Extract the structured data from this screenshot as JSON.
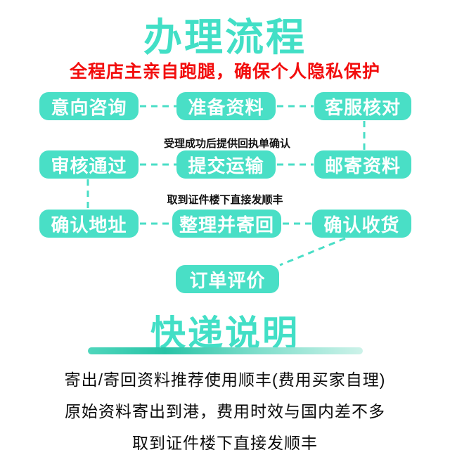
{
  "header": {
    "title": "办理流程",
    "subtitle": "全程店主亲自跑腿，确保个人隐私保护"
  },
  "flow": {
    "boxes": [
      {
        "label": "意向咨询"
      },
      {
        "label": "准备资料"
      },
      {
        "label": "客服核对"
      },
      {
        "label": "审核通过"
      },
      {
        "label": "提交运输"
      },
      {
        "label": "邮寄资料"
      },
      {
        "label": "确认地址"
      },
      {
        "label": "整理并寄回"
      },
      {
        "label": "确认收货"
      },
      {
        "label": "订单评价"
      }
    ],
    "notes": [
      {
        "text": "受理成功后提供回执单确认"
      },
      {
        "text": "取到证件楼下直接发顺丰"
      }
    ]
  },
  "express": {
    "title": "快递说明",
    "lines": {
      "line1": "寄出/寄回资料推荐使用顺丰(费用买家自理)",
      "line2": "原始资料寄出到港，费用时效与国内差不多",
      "line3": "取到证件楼下直接发顺丰"
    }
  },
  "colors": {
    "accent_teal": "#42dfc6",
    "box_teal": "#49dfc6",
    "alert_red": "#f20d0d",
    "note_black": "#111111"
  }
}
